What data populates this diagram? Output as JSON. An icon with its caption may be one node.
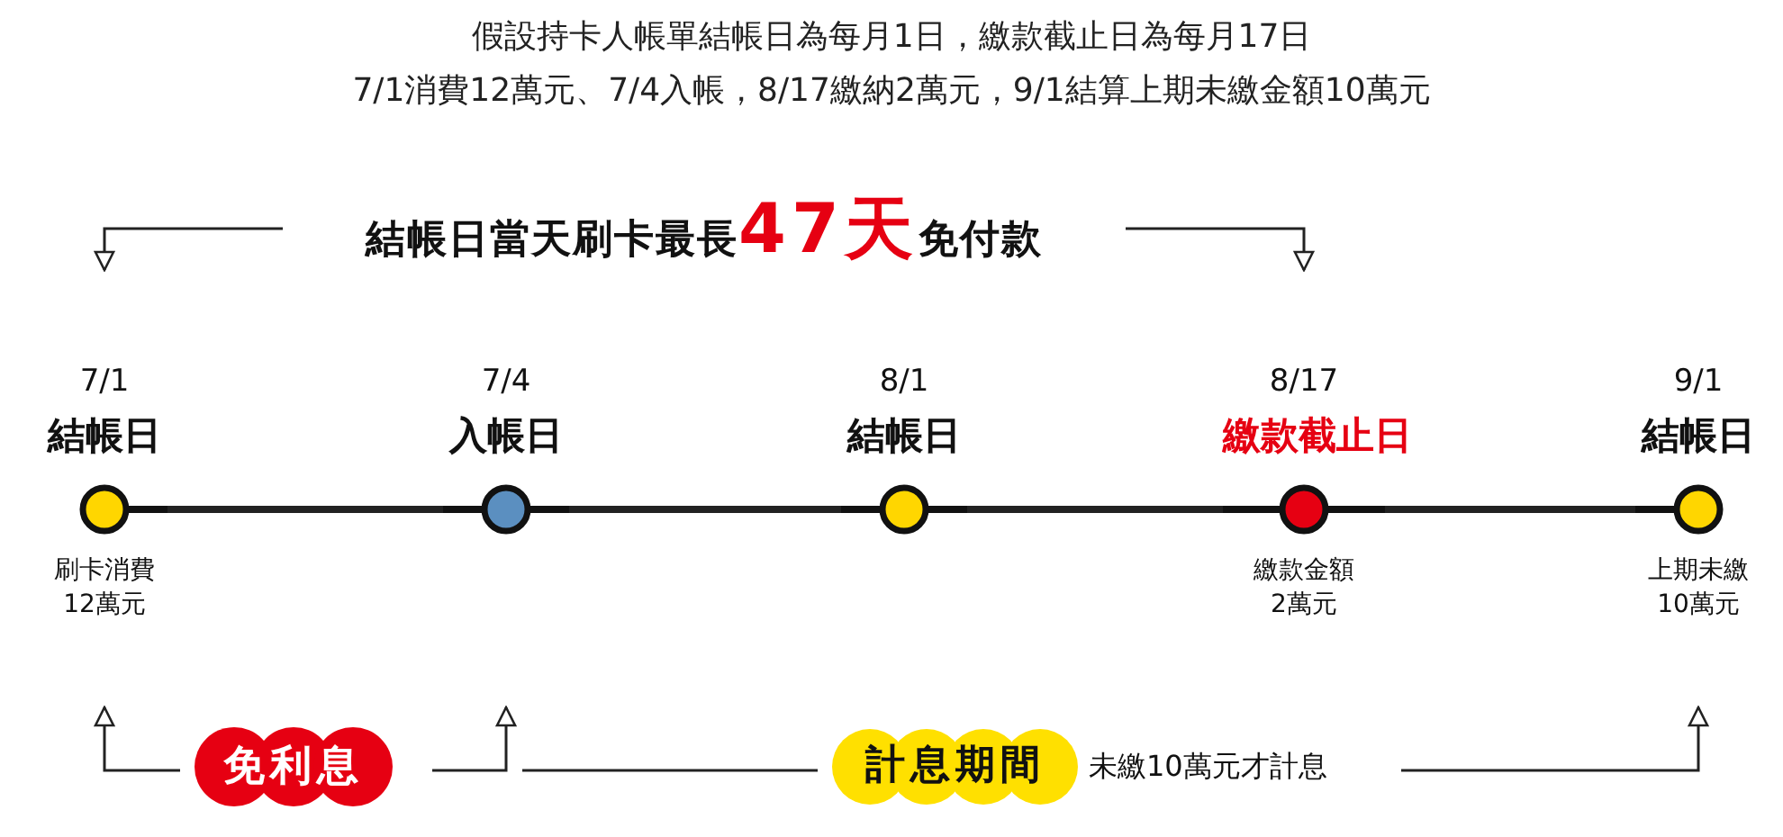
{
  "diagram": {
    "title": "假設持卡人帳單結帳日為每月1日，繳款截止日為每月17日",
    "nodes": [
      {
        "text": [
          "7/1",
          "結帳日"
        ],
        "beside": [
          "刷卡消費 12萬元"
        ]
      },
      {
        "text": [
          "7/4",
          "入帳日"
        ]
      },
      {
        "text": [
          "8/1",
          "結帳日"
        ]
      },
      {
        "text": [
          "8/17",
          "繳款截止日"
        ],
        "beside": [
          "繳款金額 2萬元"
        ]
      },
      {
        "text": [
          "9/1",
          "結帳日"
        ],
        "beside": [
          "上期未繳 10萬元"
        ]
      },
      {
        "text": [
          "結帳日當天刷卡最長",
          "47天",
          "免付款"
        ]
      },
      {
        "text": [
          "免利息"
        ]
      },
      {
        "text": [
          "計息期間"
        ],
        "beside": [
          "未繳10萬元才計息"
        ]
      }
    ],
    "edges": [
      {
        "from": 0,
        "to": 1,
        "arrow": "none",
        "style": "thick"
      },
      {
        "from": 1,
        "to": 2,
        "arrow": "none",
        "style": "thick"
      },
      {
        "from": 2,
        "to": 3,
        "arrow": "none",
        "style": "thick"
      },
      {
        "from": 3,
        "to": 4,
        "arrow": "none",
        "style": "thick"
      },
      {
        "from": 5,
        "to": 0,
        "arrow": "to"
      },
      {
        "from": 5,
        "to": 3,
        "arrow": "to"
      },
      {
        "from": 6,
        "to": 0,
        "arrow": "to"
      },
      {
        "from": 6,
        "to": null,
        "arrow": "to"
      },
      {
        "from": 7,
        "to": null,
        "arrow": "none"
      },
      {
        "from": 7,
        "to": 4,
        "arrow": "to"
      }
    ],
    "labels": [
      "7/1消費12萬元、7/4入帳，8/17繳納2萬元，9/1結算上期未繳金額10萬元"
    ]
  }
}
